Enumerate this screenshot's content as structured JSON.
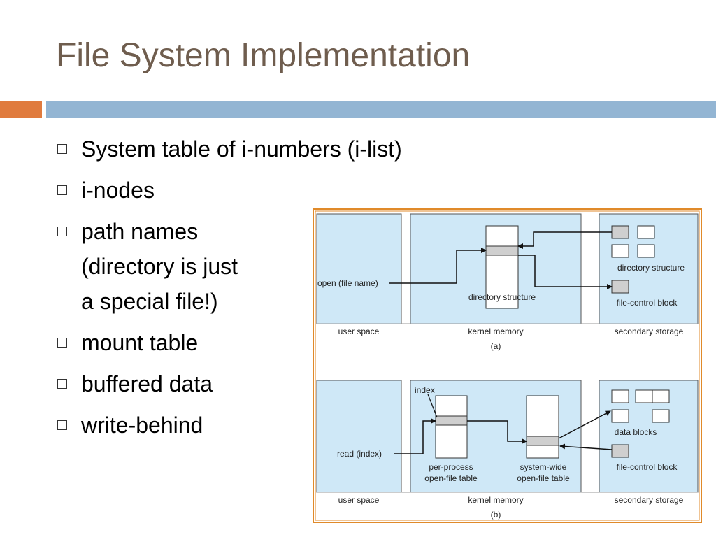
{
  "slide": {
    "title": "File System Implementation",
    "colors": {
      "title": "#6f5d4e",
      "accent_bar": "#e07b3e",
      "main_bar": "#93b5d3",
      "region_fill": "#cfe8f7",
      "frame": "#e08a2a"
    }
  },
  "bullets": [
    {
      "lines": [
        "System table of i-numbers (i-list)"
      ]
    },
    {
      "lines": [
        "i-nodes"
      ]
    },
    {
      "lines": [
        "path names",
        "(directory is just",
        "a special file!)"
      ]
    },
    {
      "lines": [
        "mount table"
      ]
    },
    {
      "lines": [
        "buffered data"
      ]
    },
    {
      "lines": [
        "write-behind"
      ]
    }
  ],
  "figure": {
    "a": {
      "call": "open (file name)",
      "user_space": "user space",
      "kernel_memory": "kernel memory",
      "secondary_storage": "secondary storage",
      "kernel_label": "directory structure",
      "storage_label_1": "directory structure",
      "storage_label_2": "file-control block",
      "caption": "(a)"
    },
    "b": {
      "call": "read (index)",
      "index": "index",
      "per_process_1": "per-process",
      "per_process_2": "open-file table",
      "system_wide_1": "system-wide",
      "system_wide_2": "open-file table",
      "user_space": "user space",
      "kernel_memory": "kernel memory",
      "secondary_storage": "secondary storage",
      "storage_label_1": "data blocks",
      "storage_label_2": "file-control block",
      "caption": "(b)"
    }
  }
}
